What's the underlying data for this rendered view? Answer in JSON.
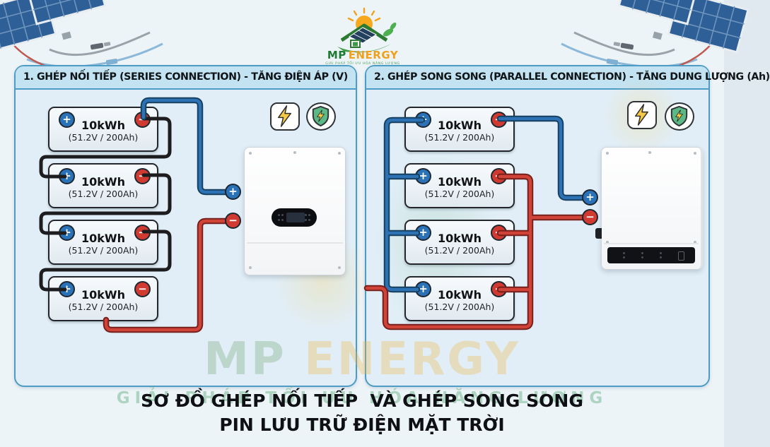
{
  "page": {
    "background": "#edf4f8"
  },
  "logo": {
    "mp": "MP",
    "energy": "ENERGY",
    "tagline": "GIẢI PHÁP TỐI ƯU HÓA NĂNG LƯỢNG"
  },
  "symbols": {
    "plus": "+",
    "minus": "−"
  },
  "panels": [
    {
      "header": "1. GHÉP NỐI TIẾP (SERIES CONNECTION) - TĂNG ĐIỆN ÁP (V)",
      "batteries": [
        {
          "capacity": "10kWh",
          "spec": "(51.2V / 200Ah)"
        },
        {
          "capacity": "10kWh",
          "spec": "(51.2V / 200Ah)"
        },
        {
          "capacity": "10kWh",
          "spec": "(51.2V / 200Ah)"
        },
        {
          "capacity": "10kWh",
          "spec": "(51.2V / 200Ah)"
        }
      ]
    },
    {
      "header": "2. GHÉP SONG SONG (PARALLEL CONNECTION) - TĂNG DUNG LƯỢNG (Ah)",
      "batteries": [
        {
          "capacity": "10kWh",
          "spec": "(51.2V / 200Ah)"
        },
        {
          "capacity": "10kWh",
          "spec": "(51.2V / 200Ah)"
        },
        {
          "capacity": "10kWh",
          "spec": "(51.2V / 200Ah)"
        },
        {
          "capacity": "10kWh",
          "spec": "(51.2V / 200Ah)"
        }
      ]
    }
  ],
  "watermark": {
    "mp": "MP",
    "energy": "ENERGY",
    "tagline": "GIẢI PHÁP TỐI ƯU HÓA NĂNG LƯỢNG"
  },
  "footer": {
    "title_line1": "SƠ ĐỒ GHÉP NỐI TIẾP  VÀ GHÉP SONG SONG",
    "title_line2": "PIN LƯU TRỮ ĐIỆN MẶT TRỜI"
  },
  "colors": {
    "panel_border": "#4d9cc6",
    "panel_header_bg": "#c3e2f2",
    "panel_bg": "#e1eef7",
    "wire_positive": "#2d72b5",
    "wire_negative": "#cf4338",
    "wire_series": "#1d1d1f",
    "terminal_positive": "#2a72b8",
    "terminal_negative": "#d03a31",
    "bolt_yellow": "#f6c844",
    "shield_green": "#5cb885"
  }
}
